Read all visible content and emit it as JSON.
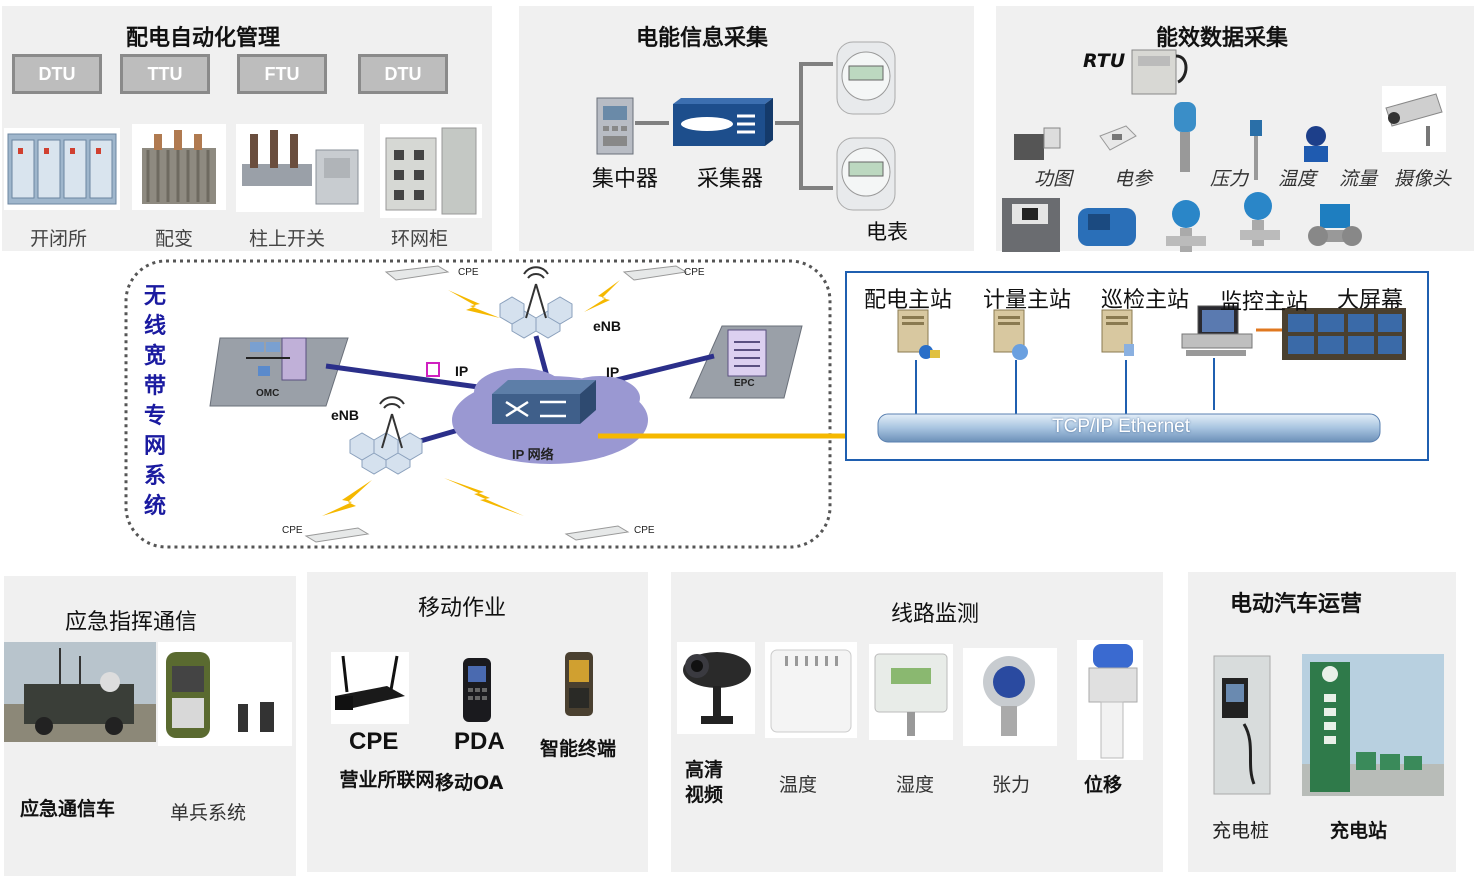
{
  "panels": {
    "distribution": {
      "title": "配电自动化管理",
      "devices": [
        "DTU",
        "TTU",
        "FTU",
        "DTU"
      ],
      "items": [
        "开闭所",
        "配变",
        "柱上开关",
        "环网柜"
      ]
    },
    "energy_info": {
      "title": "电能信息采集",
      "concentrator": "集中器",
      "collector": "采集器",
      "meter": "电表"
    },
    "efficiency": {
      "title": "能效数据采集",
      "rtu": "RTU",
      "items": [
        "功图",
        "电参",
        "压力",
        "温度",
        "流量",
        "摄像头"
      ]
    },
    "wireless": {
      "title_chars": [
        "无",
        "线",
        "宽",
        "带",
        "专",
        "网",
        "系",
        "统"
      ],
      "cpe": "CPE",
      "enb": "eNB",
      "ip": "IP",
      "omc": "OMC",
      "epc": "EPC",
      "ip_network": "IP 网络"
    },
    "master": {
      "stations": [
        "配电主站",
        "计量主站",
        "巡检主站",
        "监控主站",
        "大屏幕"
      ],
      "bus": "TCP/IP Ethernet"
    },
    "emergency": {
      "title": "应急指挥通信",
      "vehicle": "应急通信车",
      "soldier": "单兵系统"
    },
    "mobile": {
      "title": "移动作业",
      "cpe": "CPE",
      "pda": "PDA",
      "terminal": "智能终端",
      "cpe_desc": "营业所联网",
      "pda_desc": "移动OA"
    },
    "line": {
      "title": "线路监测",
      "items": [
        "高清视频",
        "温度",
        "湿度",
        "张力",
        "位移"
      ]
    },
    "ev": {
      "title": "电动汽车运营",
      "pile": "充电桩",
      "station": "充电站"
    }
  },
  "colors": {
    "panel_bg": "#f0f0f0",
    "link_blue": "#2b2f8a",
    "lightning": "#f5b800",
    "yellow_link": "#f5b800",
    "ethernet_border": "#1f5fb0",
    "title_blue": "#1a1aa0"
  }
}
